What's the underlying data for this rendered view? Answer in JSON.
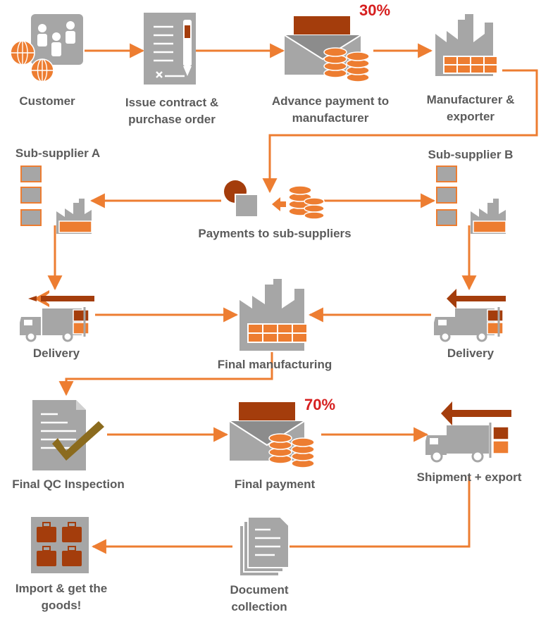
{
  "steps": {
    "customer": "Customer",
    "contract": "Issue contract &\npurchase order",
    "advance": "Advance payment to\nmanufacturer",
    "manufacturer": "Manufacturer &\nexporter",
    "sub_a": "Sub-supplier A",
    "sub_b": "Sub-supplier B",
    "payments_sub": "Payments to sub-suppliers",
    "delivery_a": "Delivery",
    "final_manufacturing": "Final manufacturing",
    "delivery_b": "Delivery",
    "qc": "Final QC Inspection",
    "final_payment": "Final payment",
    "shipment": "Shipment + export",
    "import": "Import & get the\ngoods!",
    "documents": "Document\ncollection"
  },
  "percentages": {
    "advance": "30%",
    "final": "70%"
  },
  "colors": {
    "orange": "#ed7d31",
    "gray": "#a6a6a6",
    "dark_red": "#c0392b",
    "brown_red": "#a43d0c",
    "label": "#5b5b5b",
    "percent": "#d61f1f"
  },
  "icons": [
    "customer-people-globe-icon",
    "contract-document-pen-icon",
    "envelope-coins-icon",
    "factory-icon",
    "boxes-stack-icon",
    "coins-icon",
    "delivery-truck-icon",
    "checkmark-document-icon",
    "documents-stack-icon",
    "suitcases-icon"
  ]
}
